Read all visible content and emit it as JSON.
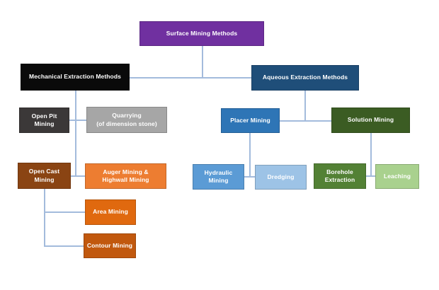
{
  "diagram": {
    "title": "Surface Mining Methods",
    "connector_color": "#A3BBDC",
    "nodes": {
      "surface": {
        "label": "Surface Mining Methods",
        "color": "#7030A0"
      },
      "mechanical": {
        "label": "Mechanical Extraction Methods",
        "color": "#0A0A0A"
      },
      "aqueous": {
        "label": "Aqueous Extraction Methods",
        "color": "#1F4E79"
      },
      "open_pit": {
        "label": "Open Pit\nMining",
        "color": "#3B3838"
      },
      "quarrying": {
        "label": "Quarrying\n(of dimension stone)",
        "color": "#A6A6A6"
      },
      "open_cast": {
        "label": "Open Cast\nMining",
        "color": "#8A4413"
      },
      "auger": {
        "label": "Auger Mining &\nHighwall Mining",
        "color": "#ED7D31"
      },
      "area": {
        "label": "Area Mining",
        "color": "#E0690F"
      },
      "contour": {
        "label": "Contour Mining",
        "color": "#C1580E"
      },
      "placer": {
        "label": "Placer Mining",
        "color": "#2E75B6"
      },
      "solution": {
        "label": "Solution Mining",
        "color": "#3B5C23"
      },
      "hydraulic": {
        "label": "Hydraulic\nMining",
        "color": "#5B9BD5"
      },
      "dredging": {
        "label": "Dredging",
        "color": "#9DC3E6"
      },
      "borehole": {
        "label": "Borehole\nExtraction",
        "color": "#538135"
      },
      "leaching": {
        "label": "Leaching",
        "color": "#A9D18E"
      }
    },
    "edges": [
      {
        "from": "surface",
        "to": "mechanical"
      },
      {
        "from": "surface",
        "to": "aqueous"
      },
      {
        "from": "mechanical",
        "to": "open_pit"
      },
      {
        "from": "mechanical",
        "to": "quarrying"
      },
      {
        "from": "mechanical",
        "to": "open_cast"
      },
      {
        "from": "mechanical",
        "to": "auger"
      },
      {
        "from": "open_cast",
        "to": "area"
      },
      {
        "from": "open_cast",
        "to": "contour"
      },
      {
        "from": "aqueous",
        "to": "placer"
      },
      {
        "from": "aqueous",
        "to": "solution"
      },
      {
        "from": "placer",
        "to": "hydraulic"
      },
      {
        "from": "placer",
        "to": "dredging"
      },
      {
        "from": "solution",
        "to": "borehole"
      },
      {
        "from": "solution",
        "to": "leaching"
      }
    ]
  }
}
